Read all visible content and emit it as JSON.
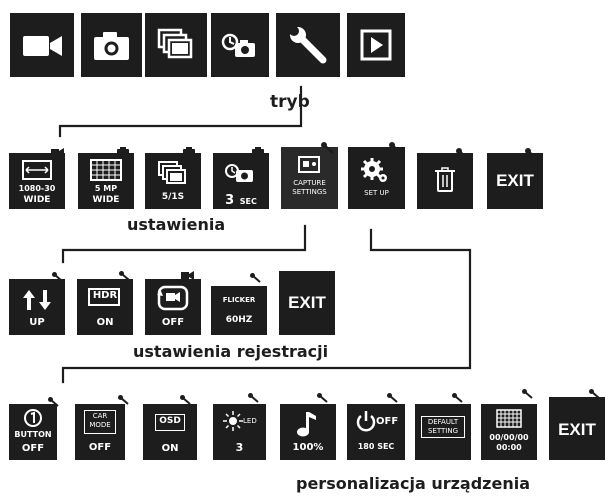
{
  "rows": {
    "modes": {
      "caption": "tryb",
      "items": [
        {
          "id": "video",
          "icon": "video-camera-icon"
        },
        {
          "id": "photo",
          "icon": "camera-icon"
        },
        {
          "id": "burst",
          "icon": "burst-photo-icon"
        },
        {
          "id": "timelapse",
          "icon": "timelapse-camera-icon"
        },
        {
          "id": "settings",
          "icon": "wrench-icon"
        },
        {
          "id": "playback",
          "icon": "play-icon"
        }
      ]
    },
    "settings": {
      "caption": "ustawienia",
      "items": [
        {
          "id": "video-resolution",
          "icon": "resolution-frame-icon",
          "badge": "video-camera-icon",
          "line1": "1080-30",
          "line2": "WIDE"
        },
        {
          "id": "photo-resolution",
          "icon": "grid-icon",
          "badge": "camera-icon",
          "line1": "5 MP",
          "line2": "WIDE"
        },
        {
          "id": "burst-rate",
          "icon": "burst-photo-icon",
          "badge": "camera-icon",
          "line1": "5/1S",
          "line2": ""
        },
        {
          "id": "timelapse-interval",
          "icon": "timelapse-camera-icon",
          "badge": "camera-icon",
          "line1": "3",
          "line2": "SEC"
        },
        {
          "id": "capture-settings",
          "icon": "capture-settings-icon",
          "badge": "wrench-icon",
          "line1": "CAPTURE",
          "line2": "SETTINGS"
        },
        {
          "id": "set-up",
          "icon": "gears-icon",
          "badge": "wrench-icon",
          "line1": "SET UP",
          "line2": ""
        },
        {
          "id": "delete",
          "icon": "trash-icon",
          "badge": "wrench-icon",
          "line1": "",
          "line2": ""
        },
        {
          "id": "exit",
          "icon": "",
          "badge": "wrench-icon",
          "line1": "EXIT",
          "line2": ""
        }
      ]
    },
    "capture": {
      "caption": "ustawienia rejestracji",
      "items": [
        {
          "id": "orientation",
          "icon": "up-down-arrows-icon",
          "badge": "wrench-icon",
          "line1": "UP",
          "line2": ""
        },
        {
          "id": "hdr",
          "icon": "hdr-icon",
          "badge": "wrench-icon",
          "line1": "HDR",
          "line2": "ON"
        },
        {
          "id": "loop",
          "icon": "loop-recording-icon",
          "badge": "video-camera-icon",
          "line1": "OFF",
          "line2": ""
        },
        {
          "id": "flicker",
          "icon": "",
          "badge": "wrench-icon",
          "line1": "FLICKER",
          "line2": "60HZ"
        },
        {
          "id": "exit",
          "icon": "",
          "badge": "",
          "line1": "EXIT",
          "line2": ""
        }
      ]
    },
    "setup": {
      "caption": "personalizacja urządzenia",
      "items": [
        {
          "id": "one-button",
          "icon": "one-circle-icon",
          "badge": "wrench-icon",
          "line1": "BUTTON",
          "line2": "OFF"
        },
        {
          "id": "car-mode",
          "icon": "car-mode-icon",
          "badge": "wrench-icon",
          "line1": "CAR",
          "line2": "MODE",
          "line3": "OFF"
        },
        {
          "id": "osd",
          "icon": "osd-icon",
          "badge": "wrench-icon",
          "line1": "OSD",
          "line2": "ON"
        },
        {
          "id": "led",
          "icon": "led-sun-icon",
          "badge": "wrench-icon",
          "line1": "LED",
          "line2": "3"
        },
        {
          "id": "beep",
          "icon": "music-note-icon",
          "badge": "wrench-icon",
          "line1": "100%",
          "line2": ""
        },
        {
          "id": "auto-off",
          "icon": "power-icon",
          "badge": "wrench-icon",
          "line1": "OFF",
          "line2": "180 SEC"
        },
        {
          "id": "default-setting",
          "icon": "default-setting-icon",
          "badge": "wrench-icon",
          "line1": "DEFAULT",
          "line2": "SETTING"
        },
        {
          "id": "date-time",
          "icon": "calendar-icon",
          "badge": "wrench-icon",
          "line1": "00/00/00",
          "line2": "00:00"
        },
        {
          "id": "exit",
          "icon": "",
          "badge": "wrench-icon",
          "line1": "EXIT",
          "line2": ""
        }
      ]
    }
  }
}
